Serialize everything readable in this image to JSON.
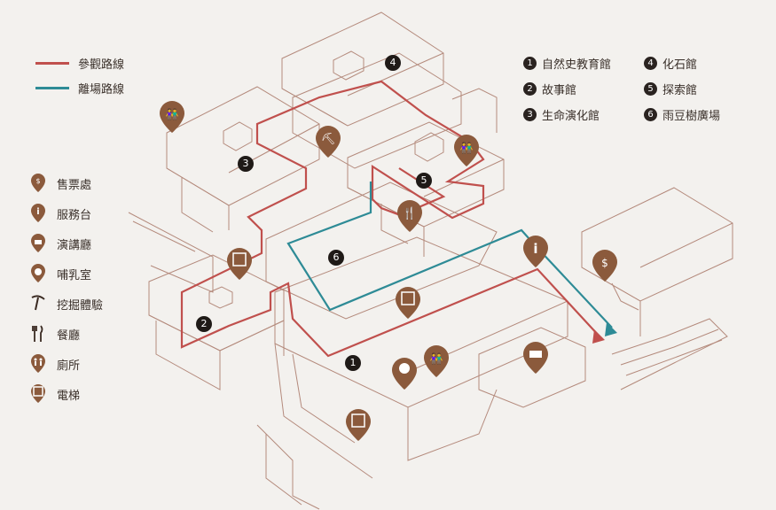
{
  "route_legend": [
    {
      "label": "參觀路線",
      "color": "#c0504d"
    },
    {
      "label": "離場路線",
      "color": "#2e8b96"
    }
  ],
  "halls": [
    {
      "num": "1",
      "label": "自然史教育館"
    },
    {
      "num": "2",
      "label": "故事館"
    },
    {
      "num": "3",
      "label": "生命演化館"
    },
    {
      "num": "4",
      "label": "化石館"
    },
    {
      "num": "5",
      "label": "探索館"
    },
    {
      "num": "6",
      "label": "雨豆樹廣場"
    }
  ],
  "facilities": [
    {
      "label": "售票處",
      "icon": "ticket-icon"
    },
    {
      "label": "服務台",
      "icon": "info-icon"
    },
    {
      "label": "演講廳",
      "icon": "lecture-hall-icon"
    },
    {
      "label": "哺乳室",
      "icon": "nursing-room-icon"
    },
    {
      "label": "挖掘體驗",
      "icon": "pickaxe-icon"
    },
    {
      "label": "餐廳",
      "icon": "restaurant-icon"
    },
    {
      "label": "廁所",
      "icon": "restroom-icon"
    },
    {
      "label": "電梯",
      "icon": "elevator-icon"
    }
  ],
  "colors": {
    "visit_route": "#c0504d",
    "exit_route": "#2e8b96",
    "pin": "#8b5a3c",
    "building_line": "#a8786a",
    "background": "#f3f1ee"
  }
}
